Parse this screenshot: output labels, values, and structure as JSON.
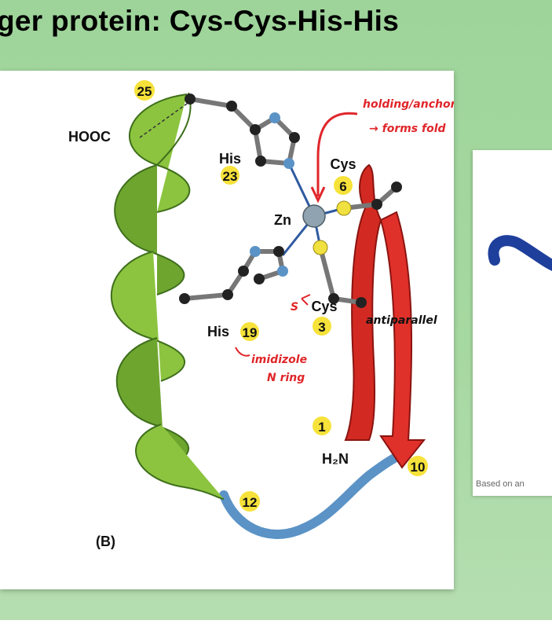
{
  "slide": {
    "title": "ger protein:  Cys-Cys-His-His"
  },
  "figure": {
    "panel_label": "(B)",
    "hooc": "HOOC",
    "h2n": "H₂N",
    "zn": "Zn",
    "residues": {
      "his23_name": "His",
      "his23_num": "23",
      "cys6_name": "Cys",
      "cys6_num": "6",
      "his19_name": "His",
      "his19_num": "19",
      "cys3_name": "Cys",
      "cys3_num": "3",
      "n25": "25",
      "n1": "1",
      "n10": "10",
      "n12": "12"
    },
    "colors": {
      "helix": "#7fb63a",
      "strand": "#e0302a",
      "loop": "#5b93c6",
      "zinc": "#8fa3b0",
      "sulfur": "#f0e040",
      "badge": "#f6e23a"
    }
  },
  "annotations": {
    "anchoring_line1": "holding/anchoring",
    "anchoring_line2": "→ forms fold",
    "s_label": "S",
    "antiparallel": "antiparallel",
    "imidazole_line1": "imidizole",
    "imidazole_line2": "N ring"
  },
  "right_panel": {
    "caption": "Based on an"
  }
}
